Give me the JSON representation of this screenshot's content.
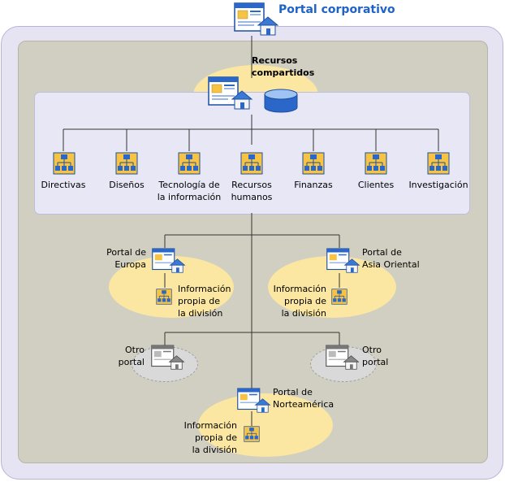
{
  "portal": {
    "title": "Portal corporativo"
  },
  "shared": {
    "line1": "Recursos",
    "line2": "compartidos"
  },
  "departments": [
    {
      "l1": "Directivas",
      "l2": ""
    },
    {
      "l1": "Diseños",
      "l2": ""
    },
    {
      "l1": "Tecnología de",
      "l2": "la información"
    },
    {
      "l1": "Recursos",
      "l2": "humanos"
    },
    {
      "l1": "Finanzas",
      "l2": ""
    },
    {
      "l1": "Clientes",
      "l2": ""
    },
    {
      "l1": "Investigación",
      "l2": ""
    }
  ],
  "regions": {
    "europe": {
      "l1": "Portal de",
      "l2": "Europa"
    },
    "asia": {
      "l1": "Portal de",
      "l2": "Asia Oriental"
    },
    "na": {
      "l1": "Portal de",
      "l2": "Norteamérica"
    }
  },
  "division_info": {
    "l1": "Información",
    "l2": "propia de",
    "l3": "la división"
  },
  "other_portal": {
    "l1": "Otro",
    "l2": "portal"
  },
  "colors": {
    "title_blue": "#1f62c8",
    "blob_yellow": "#fbe7a1",
    "panel": "#e8e7f6",
    "background_inner": "#d0cfc1"
  }
}
